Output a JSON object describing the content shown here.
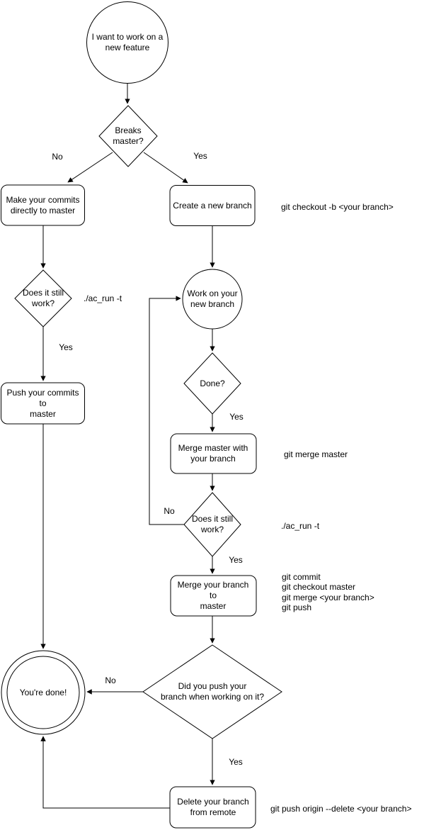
{
  "diagram": {
    "type": "flowchart",
    "topic": "Git new feature workflow",
    "nodes": {
      "start": {
        "label": "I want to work on a\nnew feature",
        "shape": "circle"
      },
      "breaks_master": {
        "label": "Breaks\nmaster?",
        "shape": "diamond"
      },
      "make_commits": {
        "label": "Make your commits\ndirectly to master",
        "shape": "rounded-rect"
      },
      "create_branch": {
        "label": "Create a new branch",
        "shape": "rounded-rect"
      },
      "still_work_1": {
        "label": "Does it still\nwork?",
        "shape": "diamond"
      },
      "work_branch": {
        "label": "Work on your\nnew branch",
        "shape": "circle"
      },
      "done_check": {
        "label": "Done?",
        "shape": "diamond"
      },
      "push_commits": {
        "label": "Push your commits to\nmaster",
        "shape": "rounded-rect"
      },
      "merge_master": {
        "label": "Merge master with\nyour branch",
        "shape": "rounded-rect"
      },
      "still_work_2": {
        "label": "Does it still\nwork?",
        "shape": "diamond"
      },
      "merge_branch": {
        "label": "Merge your branch to\nmaster",
        "shape": "rounded-rect"
      },
      "did_push": {
        "label": "Did you push your\nbranch when working on it?",
        "shape": "diamond"
      },
      "youre_done": {
        "label": "You're done!",
        "shape": "double-circle"
      },
      "delete_remote": {
        "label": "Delete your branch\nfrom remote",
        "shape": "rounded-rect"
      }
    },
    "edge_labels": {
      "no_breaks": "No",
      "yes_breaks": "Yes",
      "yes_still_work_1": "Yes",
      "yes_done": "Yes",
      "no_still_work_2": "No",
      "yes_still_work_2": "Yes",
      "no_did_push": "No",
      "yes_did_push": "Yes"
    },
    "annotations": {
      "checkout_cmd": "git checkout -b <your branch>",
      "ac_run_1": "./ac_run -t",
      "merge_master_cmd": "git merge master",
      "ac_run_2": "./ac_run -t",
      "merge_branch_cmds": "git commit\ngit checkout master\ngit merge <your branch>\ngit push",
      "delete_cmd": "git push origin --delete <your branch>"
    },
    "colors": {
      "stroke": "#000000",
      "fill": "#ffffff",
      "text": "#000000"
    }
  }
}
